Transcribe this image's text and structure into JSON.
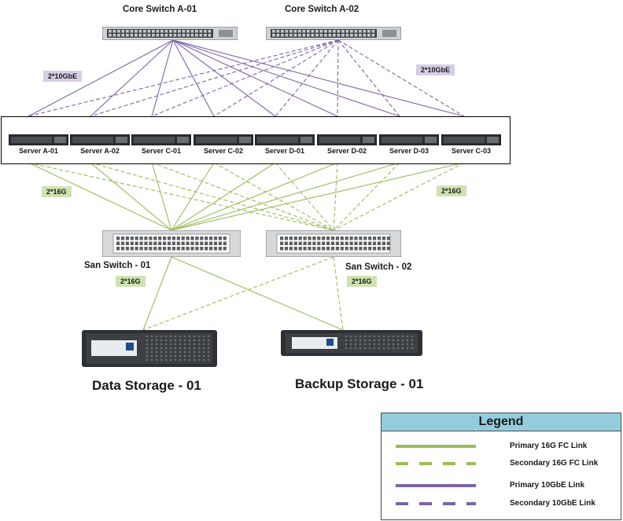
{
  "switches": [
    {
      "id": "core-a-01",
      "label": "Core Switch A-01"
    },
    {
      "id": "core-a-02",
      "label": "Core Switch A-02"
    }
  ],
  "servers": [
    {
      "label": "Server A-01"
    },
    {
      "label": "Server A-02"
    },
    {
      "label": "Server C-01"
    },
    {
      "label": "Server C-02"
    },
    {
      "label": "Server D-01"
    },
    {
      "label": "Server D-02"
    },
    {
      "label": "Server D-03"
    },
    {
      "label": "Server C-03"
    }
  ],
  "san_switches": [
    {
      "label": "San Switch - 01"
    },
    {
      "label": "San Switch - 02"
    }
  ],
  "storage": [
    {
      "label": "Data Storage - 01"
    },
    {
      "label": "Backup Storage - 01"
    }
  ],
  "tags": {
    "left_10g": "2*10GbE",
    "right_10g": "2*10GbE",
    "left_16g": "2*16G",
    "right_16g": "2*16G",
    "san1_16g": "2*16G",
    "san2_16g": "2*16G"
  },
  "legend": {
    "title": "Legend",
    "items": [
      {
        "label": "Primary 16G FC Link",
        "color": "#9bbb59",
        "style": "solid"
      },
      {
        "label": "Secondary 16G FC Link",
        "color": "#9bbb59",
        "style": "dashed"
      },
      {
        "label": "Primary 10GbE Link",
        "color": "#8064a2",
        "style": "solid"
      },
      {
        "label": "Secondary 10GbE Link",
        "color": "#8064a2",
        "style": "dashed"
      }
    ]
  },
  "colors": {
    "fc": "#9bbb59",
    "eth": "#7e64a8",
    "tag_purple": "#d7cde6",
    "tag_green": "#cfe3b2",
    "legend_head": "#93cddd"
  }
}
